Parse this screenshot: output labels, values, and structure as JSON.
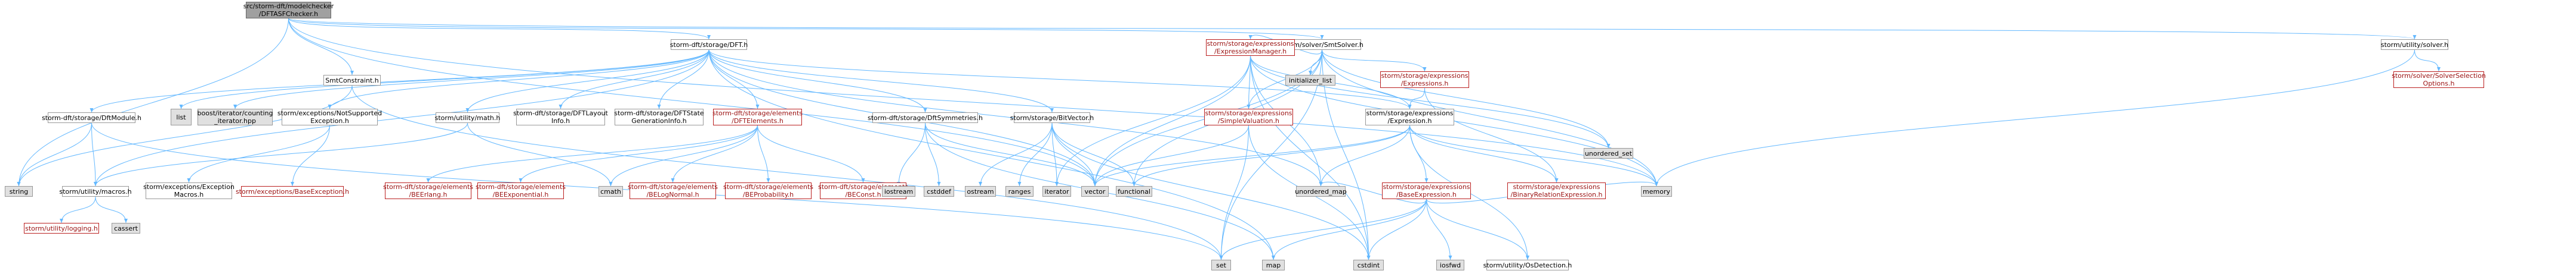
{
  "colors": {
    "edge": "#63b8ff",
    "node_border": "#999999",
    "external_fill": "#e0e0e0",
    "root_fill": "#a0a0a0",
    "missing_text": "#9a1010",
    "missing_border": "#bb2020"
  },
  "nodes": {
    "root": {
      "label": "src/storm-dft/modelchecker\n/DFTASFChecker.h"
    },
    "smtconstraint": {
      "label": "SmtConstraint.h"
    },
    "dft": {
      "label": "storm-dft/storage/DFT.h"
    },
    "smtsolver": {
      "label": "storm/solver/SmtSolver.h"
    },
    "utilsolver": {
      "label": "storm/utility/solver.h"
    },
    "string": {
      "label": "string"
    },
    "dftmodule": {
      "label": "storm-dft/storage/DftModule.h"
    },
    "list": {
      "label": "list"
    },
    "boostcounting": {
      "label": "boost/iterator/counting\n_iterator.hpp"
    },
    "notsupported": {
      "label": "storm/exceptions/NotSupported\nException.h"
    },
    "math": {
      "label": "storm/utility/math.h"
    },
    "dftlayout": {
      "label": "storm-dft/storage/DFTLayout\nInfo.h"
    },
    "dftstategen": {
      "label": "storm-dft/storage/DFTState\nGenerationInfo.h"
    },
    "dftelements": {
      "label": "storm-dft/storage/elements\n/DFTElements.h"
    },
    "dftsymm": {
      "label": "storm-dft/storage/DftSymmetries.h"
    },
    "bitvector": {
      "label": "storm/storage/BitVector.h"
    },
    "exprmanager": {
      "label": "storm/storage/expressions\n/ExpressionManager.h"
    },
    "expressions": {
      "label": "storm/storage/expressions\n/Expressions.h"
    },
    "initlist": {
      "label": "initializer_list"
    },
    "solverselect": {
      "label": "storm/solver/SolverSelection\nOptions.h"
    },
    "simpleval": {
      "label": "storm/storage/expressions\n/SimpleValuation.h"
    },
    "expression": {
      "label": "storm/storage/expressions\n/Expression.h"
    },
    "unordered_set": {
      "label": "unordered_set"
    },
    "macros": {
      "label": "storm/utility/macros.h"
    },
    "excmacros": {
      "label": "storm/exceptions/Exception\nMacros.h"
    },
    "baseexception": {
      "label": "storm/exceptions/BaseException.h"
    },
    "cmath": {
      "label": "cmath"
    },
    "befang": {
      "label": "storm-dft/storage/elements\n/BEErlang.h"
    },
    "beexp": {
      "label": "storm-dft/storage/elements\n/BEExponential.h"
    },
    "belognormal": {
      "label": "storm-dft/storage/elements\n/BELogNormal.h"
    },
    "beprob": {
      "label": "storm-dft/storage/elements\n/BEProbability.h"
    },
    "beconst": {
      "label": "storm-dft/storage/elements\n/BEConst.h"
    },
    "iostream": {
      "label": "iostream"
    },
    "cstddef": {
      "label": "cstddef"
    },
    "ostream": {
      "label": "ostream"
    },
    "ranges": {
      "label": "ranges"
    },
    "iterator": {
      "label": "iterator"
    },
    "vector": {
      "label": "vector"
    },
    "functional": {
      "label": "functional"
    },
    "unordered_map": {
      "label": "unordered_map"
    },
    "baseexpr": {
      "label": "storm/storage/expressions\n/BaseExpression.h"
    },
    "binrel": {
      "label": "storm/storage/expressions\n/BinaryRelationExpression.h"
    },
    "memory": {
      "label": "memory"
    },
    "logging": {
      "label": "storm/utility/logging.h"
    },
    "cassert": {
      "label": "cassert"
    },
    "set": {
      "label": "set"
    },
    "map": {
      "label": "map"
    },
    "cstdint": {
      "label": "cstdint"
    },
    "iosfwd": {
      "label": "iosfwd"
    },
    "osdetection": {
      "label": "storm/utility/OsDetection.h"
    }
  },
  "edges": [
    [
      "root",
      "smtconstraint"
    ],
    [
      "root",
      "dft"
    ],
    [
      "root",
      "smtsolver"
    ],
    [
      "root",
      "utilsolver"
    ],
    [
      "root",
      "string"
    ],
    [
      "root",
      "vector"
    ],
    [
      "root",
      "memory"
    ],
    [
      "smtconstraint",
      "string"
    ],
    [
      "smtconstraint",
      "set"
    ],
    [
      "dft",
      "dftmodule"
    ],
    [
      "dft",
      "list"
    ],
    [
      "dft",
      "boostcounting"
    ],
    [
      "dft",
      "notsupported"
    ],
    [
      "dft",
      "math"
    ],
    [
      "dft",
      "dftlayout"
    ],
    [
      "dft",
      "dftstategen"
    ],
    [
      "dft",
      "dftelements"
    ],
    [
      "dft",
      "dftsymm"
    ],
    [
      "dft",
      "bitvector"
    ],
    [
      "dft",
      "macros"
    ],
    [
      "dft",
      "map"
    ],
    [
      "dft",
      "vector"
    ],
    [
      "dft",
      "unordered_map"
    ],
    [
      "dft",
      "expression"
    ],
    [
      "dftmodule",
      "string"
    ],
    [
      "dftmodule",
      "macros"
    ],
    [
      "dftmodule",
      "set"
    ],
    [
      "notsupported",
      "excmacros"
    ],
    [
      "notsupported",
      "baseexception"
    ],
    [
      "math",
      "cmath"
    ],
    [
      "math",
      "macros"
    ],
    [
      "dftelements",
      "befang"
    ],
    [
      "dftelements",
      "beexp"
    ],
    [
      "dftelements",
      "belognormal"
    ],
    [
      "dftelements",
      "beprob"
    ],
    [
      "dftelements",
      "beconst"
    ],
    [
      "dftelements",
      "cmath"
    ],
    [
      "dftsymm",
      "iostream"
    ],
    [
      "dftsymm",
      "cstddef"
    ],
    [
      "dftsymm",
      "map"
    ],
    [
      "dftsymm",
      "vector"
    ],
    [
      "bitvector",
      "ostream"
    ],
    [
      "bitvector",
      "ranges"
    ],
    [
      "bitvector",
      "iterator"
    ],
    [
      "bitvector",
      "vector"
    ],
    [
      "bitvector",
      "cstdint"
    ],
    [
      "bitvector",
      "functional"
    ],
    [
      "smtsolver",
      "initlist"
    ],
    [
      "smtsolver",
      "exprmanager"
    ],
    [
      "smtsolver",
      "expressions"
    ],
    [
      "smtsolver",
      "simpleval"
    ],
    [
      "smtsolver",
      "vector"
    ],
    [
      "smtsolver",
      "unordered_set"
    ],
    [
      "smtsolver",
      "cstdint"
    ],
    [
      "smtsolver",
      "functional"
    ],
    [
      "smtsolver",
      "set"
    ],
    [
      "smtsolver",
      "memory"
    ],
    [
      "utilsolver",
      "solverselect"
    ],
    [
      "utilsolver",
      "memory"
    ],
    [
      "exprmanager",
      "expression"
    ],
    [
      "exprmanager",
      "simpleval"
    ],
    [
      "exprmanager",
      "unordered_set"
    ],
    [
      "exprmanager",
      "unordered_map"
    ],
    [
      "exprmanager",
      "iterator"
    ],
    [
      "exprmanager",
      "cstdint"
    ],
    [
      "exprmanager",
      "vector"
    ],
    [
      "exprmanager",
      "memory"
    ],
    [
      "expressions",
      "expression"
    ],
    [
      "expressions",
      "binrel"
    ],
    [
      "simpleval",
      "vector"
    ],
    [
      "simpleval",
      "cstdint"
    ],
    [
      "simpleval",
      "set"
    ],
    [
      "expression",
      "baseexpr"
    ],
    [
      "expression",
      "binrel"
    ],
    [
      "expression",
      "functional"
    ],
    [
      "expression",
      "unordered_map"
    ],
    [
      "expression",
      "vector"
    ],
    [
      "expression",
      "memory"
    ],
    [
      "expression",
      "osdetection"
    ],
    [
      "baseexpr",
      "cstdint"
    ],
    [
      "baseexpr",
      "map"
    ],
    [
      "baseexpr",
      "set"
    ],
    [
      "baseexpr",
      "iosfwd"
    ],
    [
      "baseexpr",
      "memory"
    ],
    [
      "baseexpr",
      "osdetection"
    ],
    [
      "baseexpr",
      "unordered_map"
    ],
    [
      "macros",
      "logging"
    ],
    [
      "macros",
      "cassert"
    ]
  ]
}
